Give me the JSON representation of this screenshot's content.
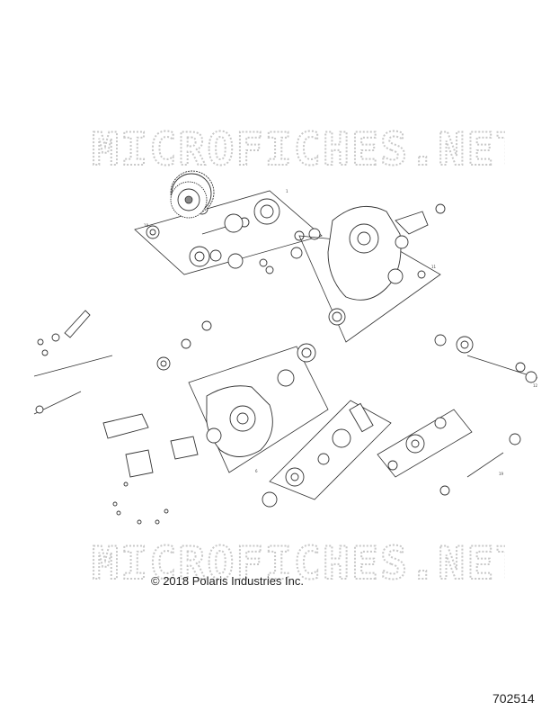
{
  "watermark": {
    "text": "MICROFICHES.NET"
  },
  "copyright": "© 2018 Polaris Industries Inc.",
  "figure_number": "702514"
}
